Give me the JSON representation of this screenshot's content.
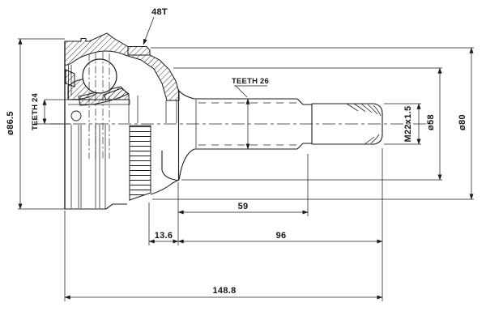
{
  "drawing": {
    "kind": "CV joint axial half-section drawing",
    "annotations": {
      "ring_teeth": "48T",
      "inner_spline": "TEETH 24",
      "shaft_spline": "TEETH 26"
    },
    "dimensions": {
      "housing_od": "ø86.5",
      "shoulder_od": "ø58",
      "ring_od": "ø80",
      "thread_spec": "M22x1.5",
      "spline_length": "59",
      "groove_offset": "13.6",
      "stem_length": "96",
      "overall_length": "148.8"
    },
    "colors": {
      "line": "#1b1b1b",
      "background": "#ffffff"
    }
  }
}
